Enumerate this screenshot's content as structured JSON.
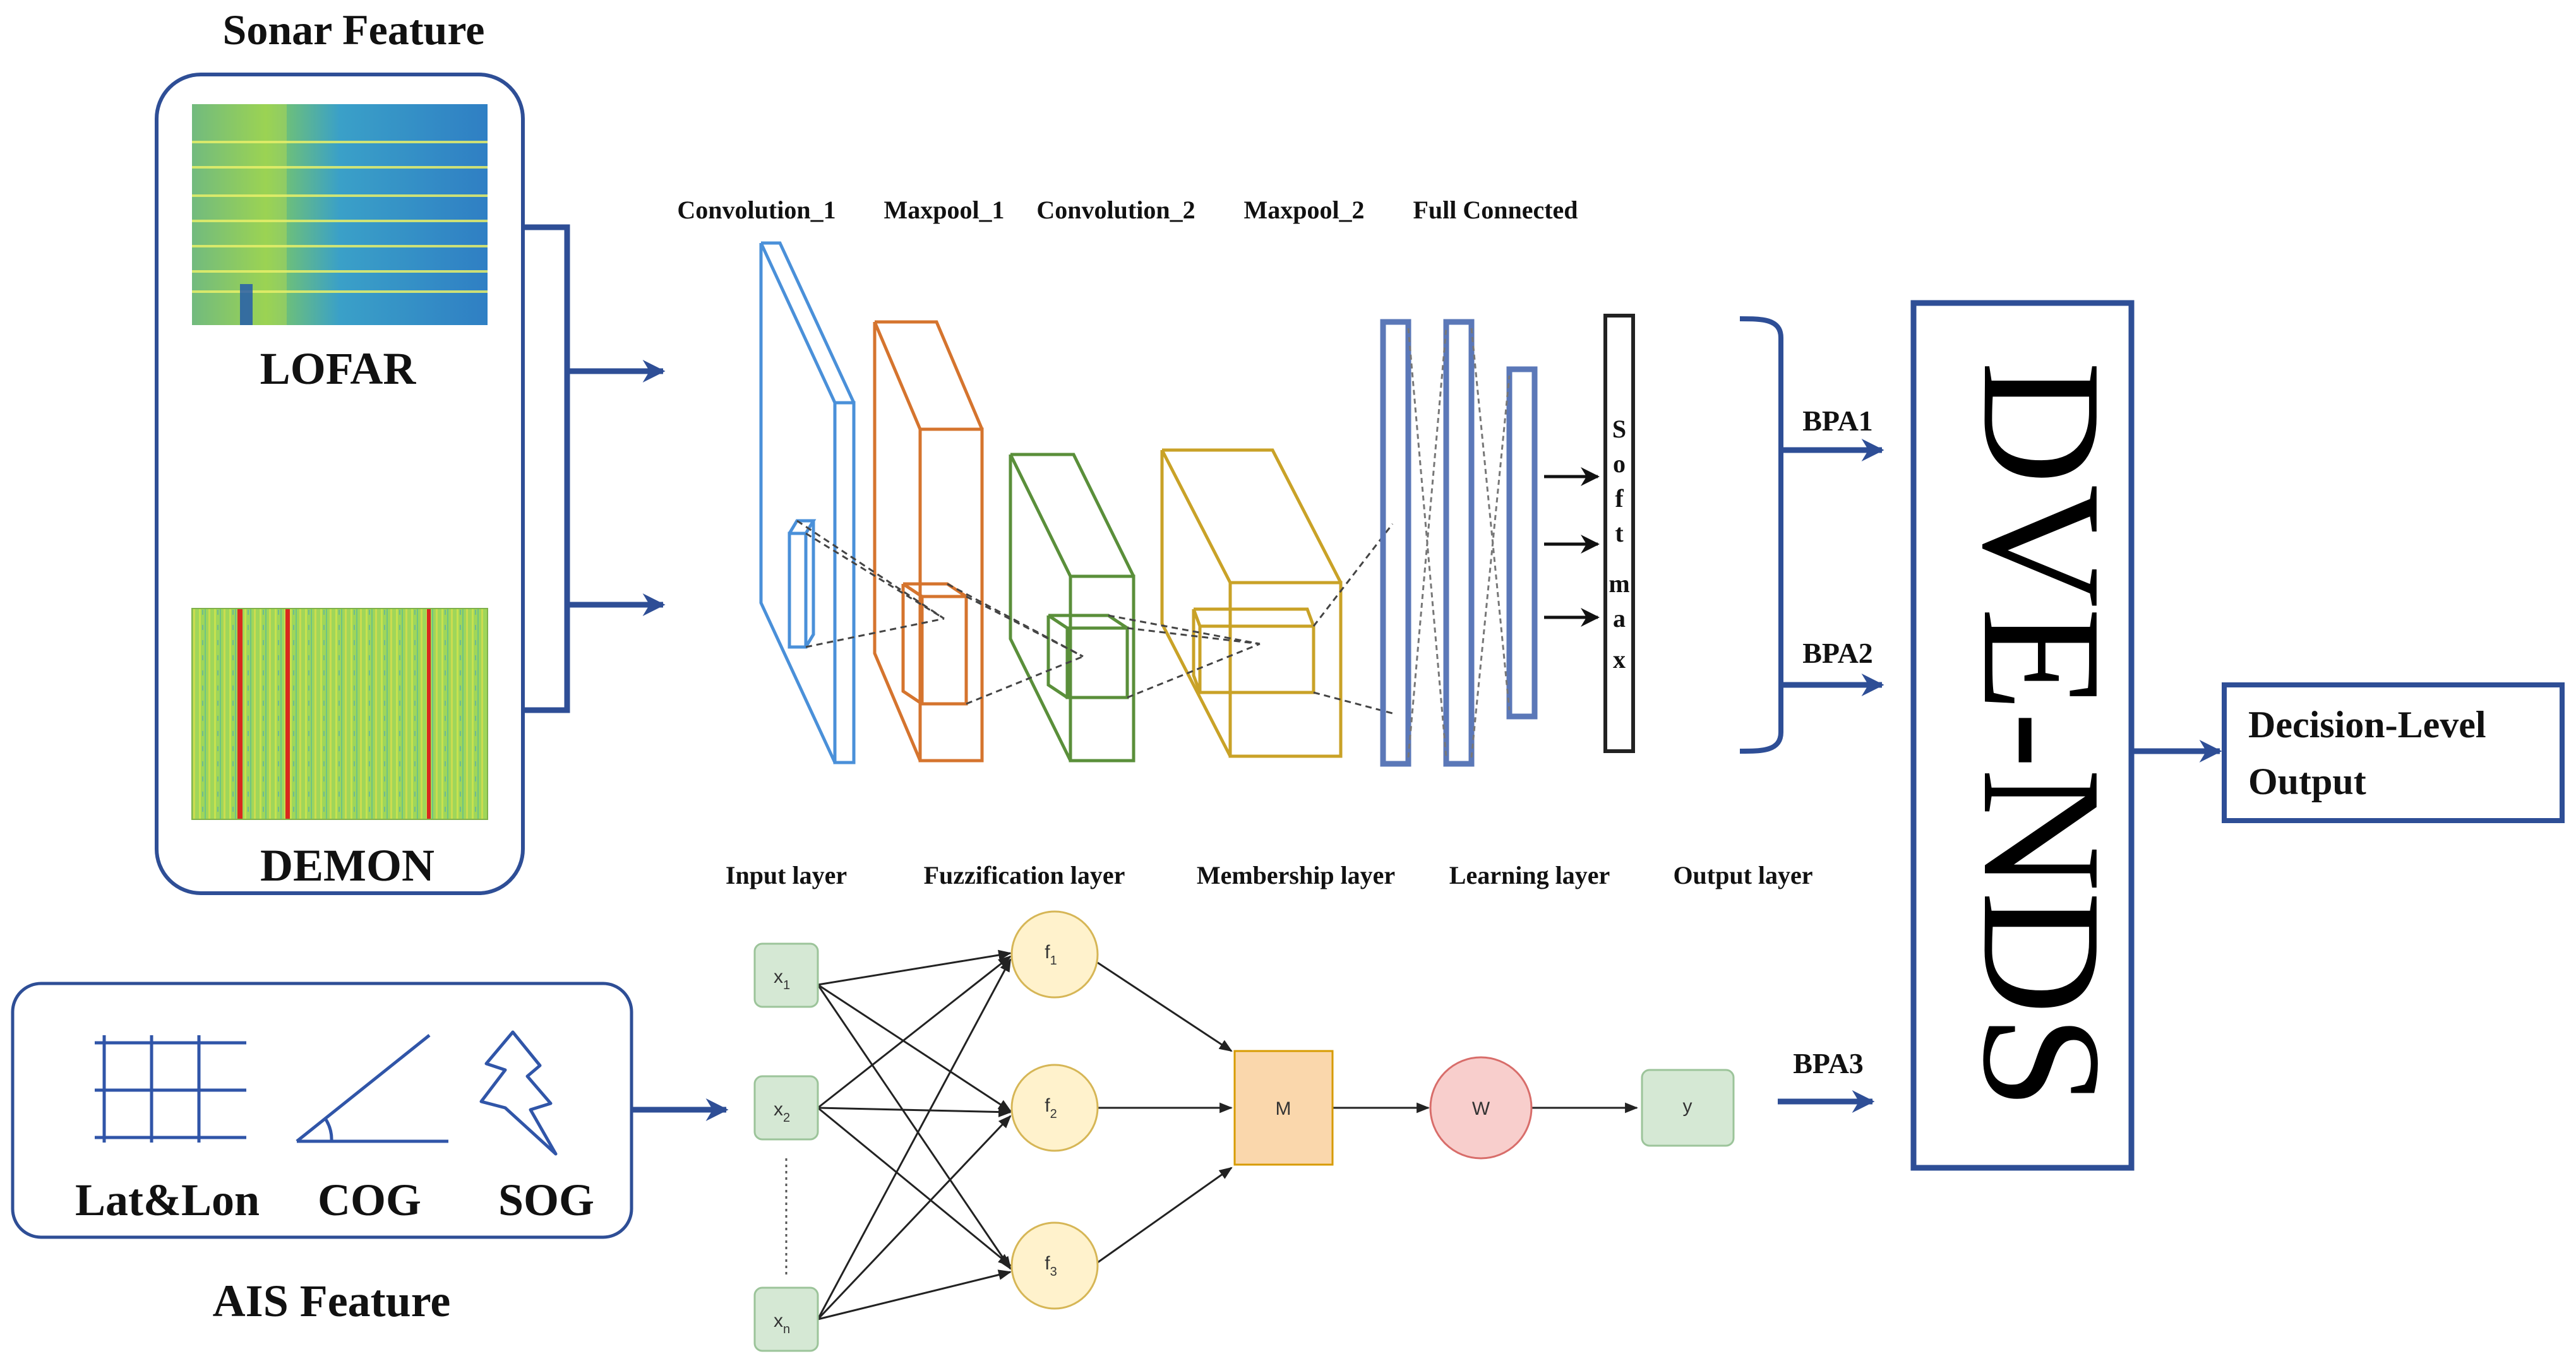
{
  "sonar": {
    "title": "Sonar Feature",
    "lofar_label": "LOFAR",
    "demon_label": "DEMON"
  },
  "ais": {
    "title": "AIS Feature",
    "items": [
      "Lat&Lon",
      "COG",
      "SOG"
    ]
  },
  "cnn": {
    "layers": [
      "Convolution_1",
      "Maxpool_1",
      "Convolution_2",
      "Maxpool_2",
      "Full Connected"
    ],
    "softmax_letters": [
      "S",
      "o",
      "f",
      "t",
      "m",
      "a",
      "x"
    ]
  },
  "fnn": {
    "layers": [
      "Input layer",
      "Fuzzification layer",
      "Membership layer",
      "Learning layer",
      "Output layer"
    ],
    "input_nodes": [
      {
        "base": "x",
        "sub": "1"
      },
      {
        "base": "x",
        "sub": "2"
      },
      {
        "base": "x",
        "sub": "n"
      }
    ],
    "fuzzy_nodes": [
      {
        "base": "f",
        "sub": "1"
      },
      {
        "base": "f",
        "sub": "2"
      },
      {
        "base": "f",
        "sub": "3"
      }
    ],
    "membership_node": "M",
    "learning_node": "W",
    "output_node": "y"
  },
  "bpa": [
    "BPA1",
    "BPA2",
    "BPA3"
  ],
  "fusion": {
    "label": "DVE-NDS"
  },
  "output": {
    "line1": "Decision-Level",
    "line2": "Output"
  },
  "colors": {
    "frame_blue": "#2E4E96",
    "conv1": "#4A90D9",
    "maxpool1": "#D5742E",
    "conv2": "#5A8F3A",
    "maxpool2": "#C9A227",
    "fc": "#5B78B8",
    "input_node_fill": "#D5E8D4",
    "input_node_stroke": "#9CC49A",
    "fuzzy_node_fill": "#FFF2CC",
    "fuzzy_node_stroke": "#D6B656",
    "membership_fill": "#FAD7AC",
    "membership_stroke": "#D79B00",
    "learning_fill": "#F8CECC",
    "learning_stroke": "#D86D6A"
  }
}
